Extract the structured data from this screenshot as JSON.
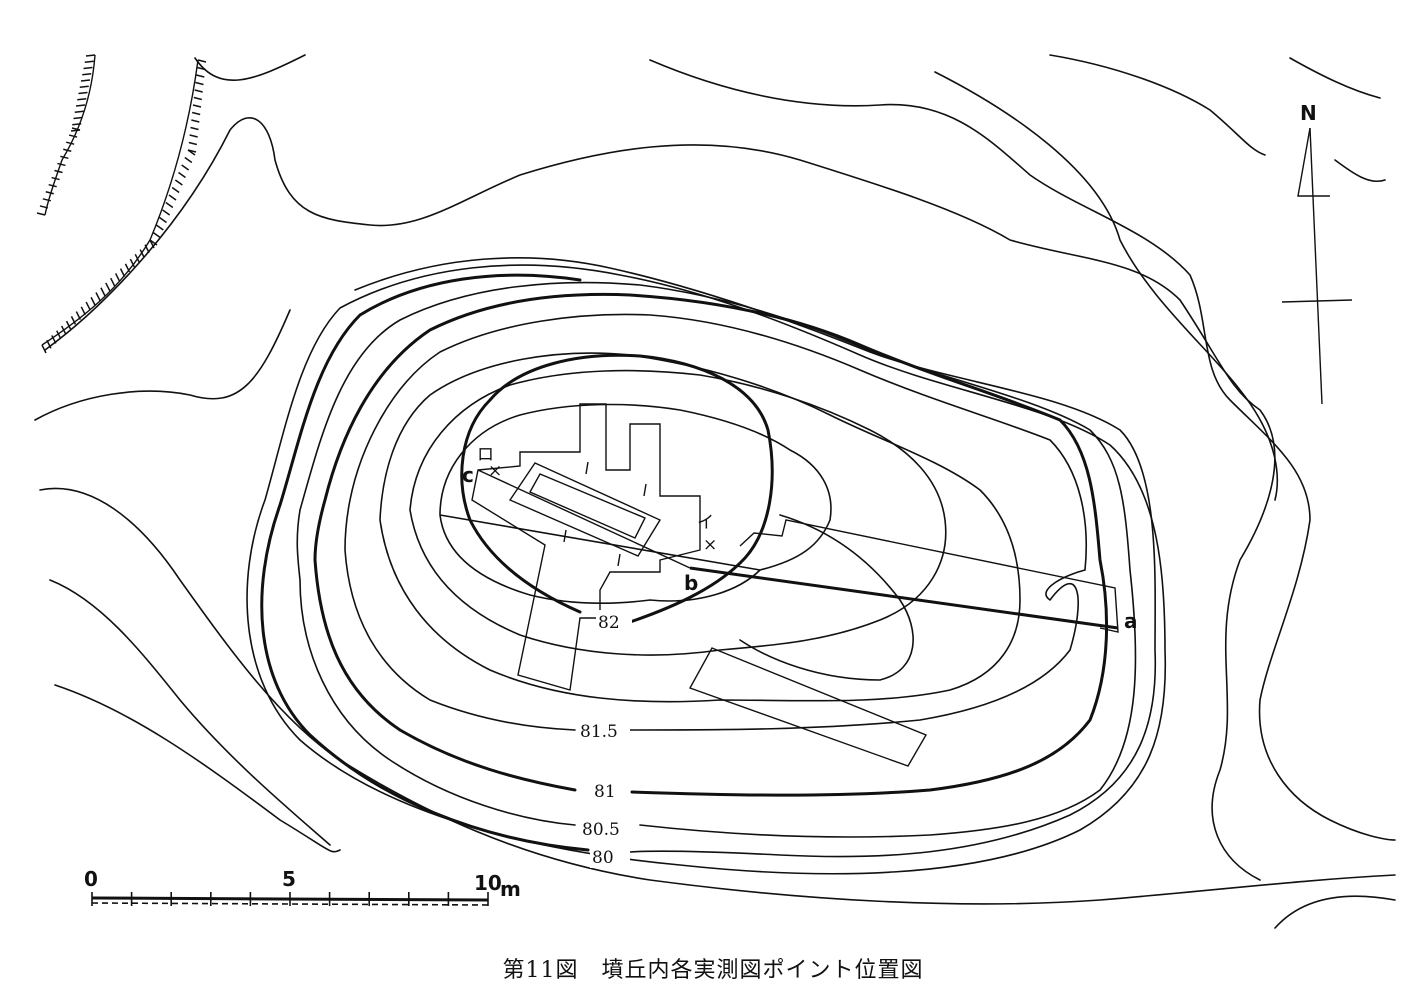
{
  "map": {
    "north_label": "N",
    "contour_labels": [
      "82",
      "81.5",
      "81",
      "80.5",
      "80"
    ],
    "point_labels": [
      "a",
      "b",
      "c"
    ],
    "marker_labels": [
      "イ",
      "ロ"
    ],
    "scale": {
      "ticks": [
        "0",
        "5",
        "10"
      ],
      "unit": "m"
    }
  },
  "caption": "第11図　墳丘内各実測図ポイント位置図"
}
